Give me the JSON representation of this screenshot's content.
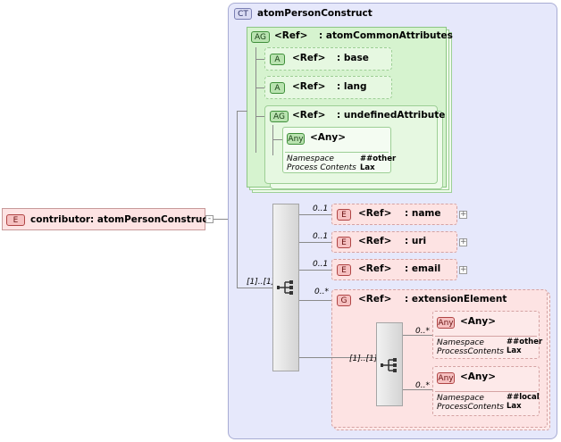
{
  "root": {
    "badge": "E",
    "name": "contributor",
    "type": ": atomPersonConstruct"
  },
  "ct": {
    "badge": "CT",
    "name": "atomPersonConstruct"
  },
  "common": {
    "badge": "AG",
    "ref": "<Ref>",
    "name": ": atomCommonAttributes"
  },
  "attrs": [
    {
      "badge": "A",
      "ref": "<Ref>",
      "name": ": base"
    },
    {
      "badge": "A",
      "ref": "<Ref>",
      "name": ": lang"
    }
  ],
  "undef": {
    "badge": "AG",
    "ref": "<Ref>",
    "name": ": undefinedAttribute"
  },
  "any_attr": {
    "badge": "Any",
    "label": "<Any>",
    "ns_label": "Namespace",
    "ns_value": "##other",
    "pc_label": "Process Contents",
    "pc_value": "Lax"
  },
  "seq_card": "[1]..[1]",
  "elements": [
    {
      "badge": "E",
      "ref": "<Ref>",
      "name": ": name",
      "card": "0..1"
    },
    {
      "badge": "E",
      "ref": "<Ref>",
      "name": ": uri",
      "card": "0..1"
    },
    {
      "badge": "E",
      "ref": "<Ref>",
      "name": ": email",
      "card": "0..1"
    }
  ],
  "group": {
    "badge": "G",
    "ref": "<Ref>",
    "name": ": extensionElement",
    "card": "0..*"
  },
  "inner_seq_card": "[1]..[1]",
  "any_elems": [
    {
      "badge": "Any",
      "label": "<Any>",
      "card": "0..*",
      "ns_label": "Namespace",
      "ns_value": "##other",
      "pc_label": "ProcessContents",
      "pc_value": "Lax"
    },
    {
      "badge": "Any",
      "label": "<Any>",
      "card": "0..*",
      "ns_label": "Namespace",
      "ns_value": "##local",
      "pc_label": "ProcessContents",
      "pc_value": "Lax"
    }
  ]
}
